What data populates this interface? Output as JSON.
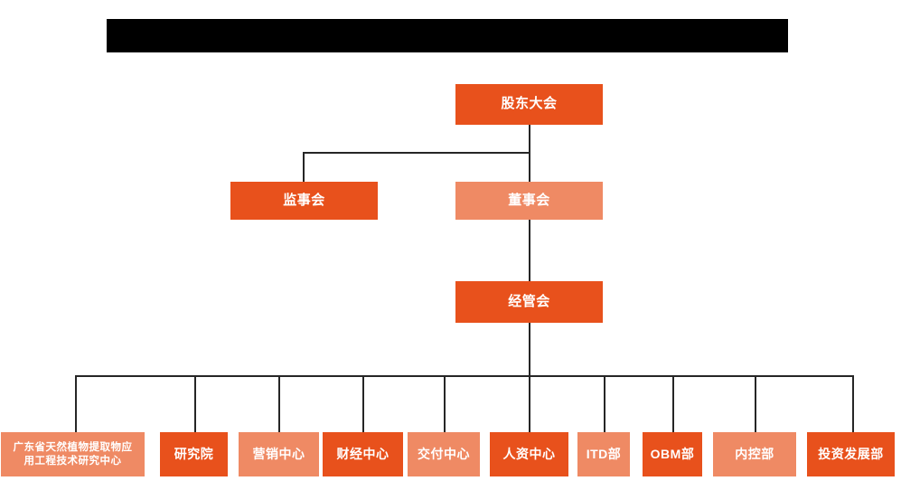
{
  "page": {
    "title_bar": {
      "name": "redacted-title-bar",
      "color": "#000000",
      "text": ""
    },
    "background_color": "#ffffff"
  },
  "theme": {
    "accent_dark": "#e8511c",
    "accent_light": "#ef8a64",
    "line_color": "#262626",
    "node_text_color": "#ffffff"
  },
  "chart": {
    "type": "org-chart",
    "levels": [
      {
        "level": 1,
        "nodes": [
          {
            "id": "shareholders",
            "label": "股东大会",
            "shade": "dark"
          }
        ]
      },
      {
        "level": 2,
        "nodes": [
          {
            "id": "supervisors",
            "label": "监事会",
            "shade": "dark"
          },
          {
            "id": "directors",
            "label": "董事会",
            "shade": "light"
          }
        ]
      },
      {
        "level": 3,
        "nodes": [
          {
            "id": "management",
            "label": "经管会",
            "shade": "dark"
          }
        ]
      },
      {
        "level": 4,
        "nodes": [
          {
            "id": "research-center",
            "label": "广东省天然植物提取物应\n用工程技术研究中心",
            "shade": "light"
          },
          {
            "id": "institute",
            "label": "研究院",
            "shade": "dark"
          },
          {
            "id": "marketing",
            "label": "营销中心",
            "shade": "light"
          },
          {
            "id": "finance",
            "label": "财经中心",
            "shade": "dark"
          },
          {
            "id": "delivery",
            "label": "交付中心",
            "shade": "light"
          },
          {
            "id": "hr",
            "label": "人资中心",
            "shade": "dark"
          },
          {
            "id": "itd",
            "label": "ITD部",
            "shade": "light"
          },
          {
            "id": "obm",
            "label": "OBM部",
            "shade": "dark"
          },
          {
            "id": "internal-control",
            "label": "内控部",
            "shade": "light"
          },
          {
            "id": "investment",
            "label": "投资发展部",
            "shade": "dark"
          }
        ]
      }
    ],
    "edges": [
      {
        "from": "shareholders",
        "to": "supervisors"
      },
      {
        "from": "shareholders",
        "to": "directors"
      },
      {
        "from": "directors",
        "to": "management"
      },
      {
        "from": "management",
        "to": "research-center"
      },
      {
        "from": "management",
        "to": "institute"
      },
      {
        "from": "management",
        "to": "marketing"
      },
      {
        "from": "management",
        "to": "finance"
      },
      {
        "from": "management",
        "to": "delivery"
      },
      {
        "from": "management",
        "to": "hr"
      },
      {
        "from": "management",
        "to": "itd"
      },
      {
        "from": "management",
        "to": "obm"
      },
      {
        "from": "management",
        "to": "internal-control"
      },
      {
        "from": "management",
        "to": "investment"
      }
    ]
  }
}
